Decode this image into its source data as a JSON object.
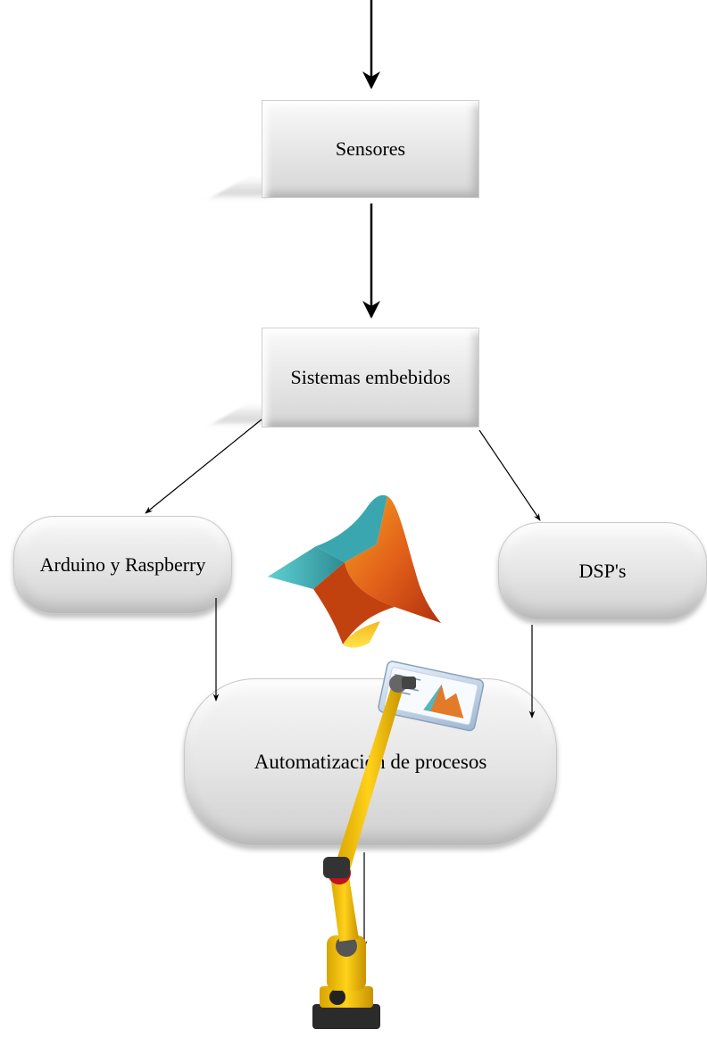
{
  "diagram": {
    "nodes": {
      "sensores": "Sensores",
      "sistemas": "Sistemas embebidos",
      "arduino": "Arduino y Raspberry",
      "dsp": "DSP's",
      "automatizacion": "Automatización de procesos"
    },
    "edges": [
      {
        "from": "top",
        "to": "sensores"
      },
      {
        "from": "sensores",
        "to": "sistemas"
      },
      {
        "from": "sistemas",
        "to": "arduino"
      },
      {
        "from": "sistemas",
        "to": "dsp"
      },
      {
        "from": "arduino",
        "to": "automatizacion"
      },
      {
        "from": "dsp",
        "to": "automatizacion"
      },
      {
        "from": "automatizacion",
        "to": "robot"
      }
    ],
    "icons": [
      "matlab-logo-icon",
      "industrial-robot-icon"
    ],
    "colors": {
      "node_fill_top": "#f7f7f7",
      "node_fill_bottom": "#cfcfcf",
      "matlab_teal": "#4fc0c4",
      "matlab_orange": "#e3701c",
      "robot_yellow": "#f2c200"
    }
  }
}
